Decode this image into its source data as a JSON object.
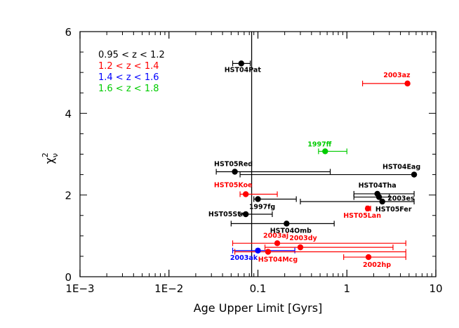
{
  "chart_data": {
    "type": "scatter",
    "x_scale": "log",
    "xlim": [
      0.001,
      10
    ],
    "ylim": [
      0,
      6
    ],
    "xlabel": "Age Upper Limit [Gyrs]",
    "ylabel_base": "χ",
    "ylabel_sup": "2",
    "ylabel_sub": "ν",
    "x_ticks": [
      {
        "value": 0.001,
        "label": "1E−3"
      },
      {
        "value": 0.01,
        "label": "1E−2"
      },
      {
        "value": 0.1,
        "label": "0.1"
      },
      {
        "value": 1,
        "label": "1"
      },
      {
        "value": 10,
        "label": "10"
      }
    ],
    "y_ticks": [
      {
        "value": 0,
        "label": "0"
      },
      {
        "value": 2,
        "label": "2"
      },
      {
        "value": 4,
        "label": "4"
      },
      {
        "value": 6,
        "label": "6"
      }
    ],
    "vertical_line_x": 0.085,
    "legend": [
      {
        "label": "0.95 < z < 1.2",
        "color": "#000000"
      },
      {
        "label": "1.2 < z < 1.4",
        "color": "#ff0000"
      },
      {
        "label": "1.4 < z < 1.6",
        "color": "#0000ff"
      },
      {
        "label": "1.6 < z < 1.8",
        "color": "#00cc00"
      }
    ],
    "points": [
      {
        "name": "HST04Pat",
        "x": 0.065,
        "y": 5.22,
        "xerr": [
          0.052,
          0.082
        ],
        "color": "#000000"
      },
      {
        "name": "2003az",
        "x": 4.8,
        "y": 4.73,
        "xerr": [
          1.5,
          4.8
        ],
        "color": "#ff0000"
      },
      {
        "name": "1997ff",
        "x": 0.57,
        "y": 3.07,
        "xerr": [
          0.48,
          1.0
        ],
        "color": "#00cc00"
      },
      {
        "name": "HST05Red",
        "x": 0.055,
        "y": 2.57,
        "xerr": [
          0.034,
          0.65
        ],
        "color": "#000000"
      },
      {
        "name": "HST04Eag",
        "x": 5.7,
        "y": 2.5,
        "xerr": [
          0.063,
          5.7
        ],
        "color": "#000000"
      },
      {
        "name": "HST05Koe",
        "x": 0.073,
        "y": 2.02,
        "xerr": [
          0.063,
          0.165
        ],
        "color": "#ff0000"
      },
      {
        "name": "HST04Tha",
        "x": 2.2,
        "y": 2.03,
        "xerr": [
          1.2,
          5.7
        ],
        "color": "#000000"
      },
      {
        "name": "2003es",
        "x": 2.3,
        "y": 1.95,
        "xerr": [
          1.2,
          3.0
        ],
        "color": "#000000"
      },
      {
        "name": "HST05Fer",
        "x": 2.5,
        "y": 1.84,
        "xerr": [
          0.3,
          5.7
        ],
        "color": "#000000"
      },
      {
        "name": "1997fg",
        "x": 0.1,
        "y": 1.9,
        "xerr": [
          0.09,
          0.27
        ],
        "color": "#000000"
      },
      {
        "name": "HST05Lan",
        "x": 1.72,
        "y": 1.67,
        "xerr": [
          1.65,
          1.85
        ],
        "color": "#ff0000"
      },
      {
        "name": "HST05Str",
        "x": 0.073,
        "y": 1.53,
        "xerr": [
          0.063,
          0.145
        ],
        "color": "#000000"
      },
      {
        "name": "HST04Omb",
        "x": 0.21,
        "y": 1.3,
        "xerr": [
          0.05,
          0.72
        ],
        "color": "#000000"
      },
      {
        "name": "2003aj",
        "x": 0.165,
        "y": 0.82,
        "xerr": [
          0.052,
          4.6
        ],
        "color": "#ff0000"
      },
      {
        "name": "2003dy",
        "x": 0.3,
        "y": 0.72,
        "xerr": [
          0.12,
          3.3
        ],
        "color": "#ff0000"
      },
      {
        "name": "2003ak",
        "x": 0.1,
        "y": 0.64,
        "xerr": [
          0.052,
          0.26
        ],
        "color": "#0000ff"
      },
      {
        "name": "HST04Mcg",
        "x": 0.13,
        "y": 0.61,
        "xerr": [
          0.055,
          4.6
        ],
        "color": "#ff0000"
      },
      {
        "name": "2002hp",
        "x": 1.75,
        "y": 0.48,
        "xerr": [
          0.92,
          4.6
        ],
        "color": "#ff0000"
      }
    ]
  }
}
